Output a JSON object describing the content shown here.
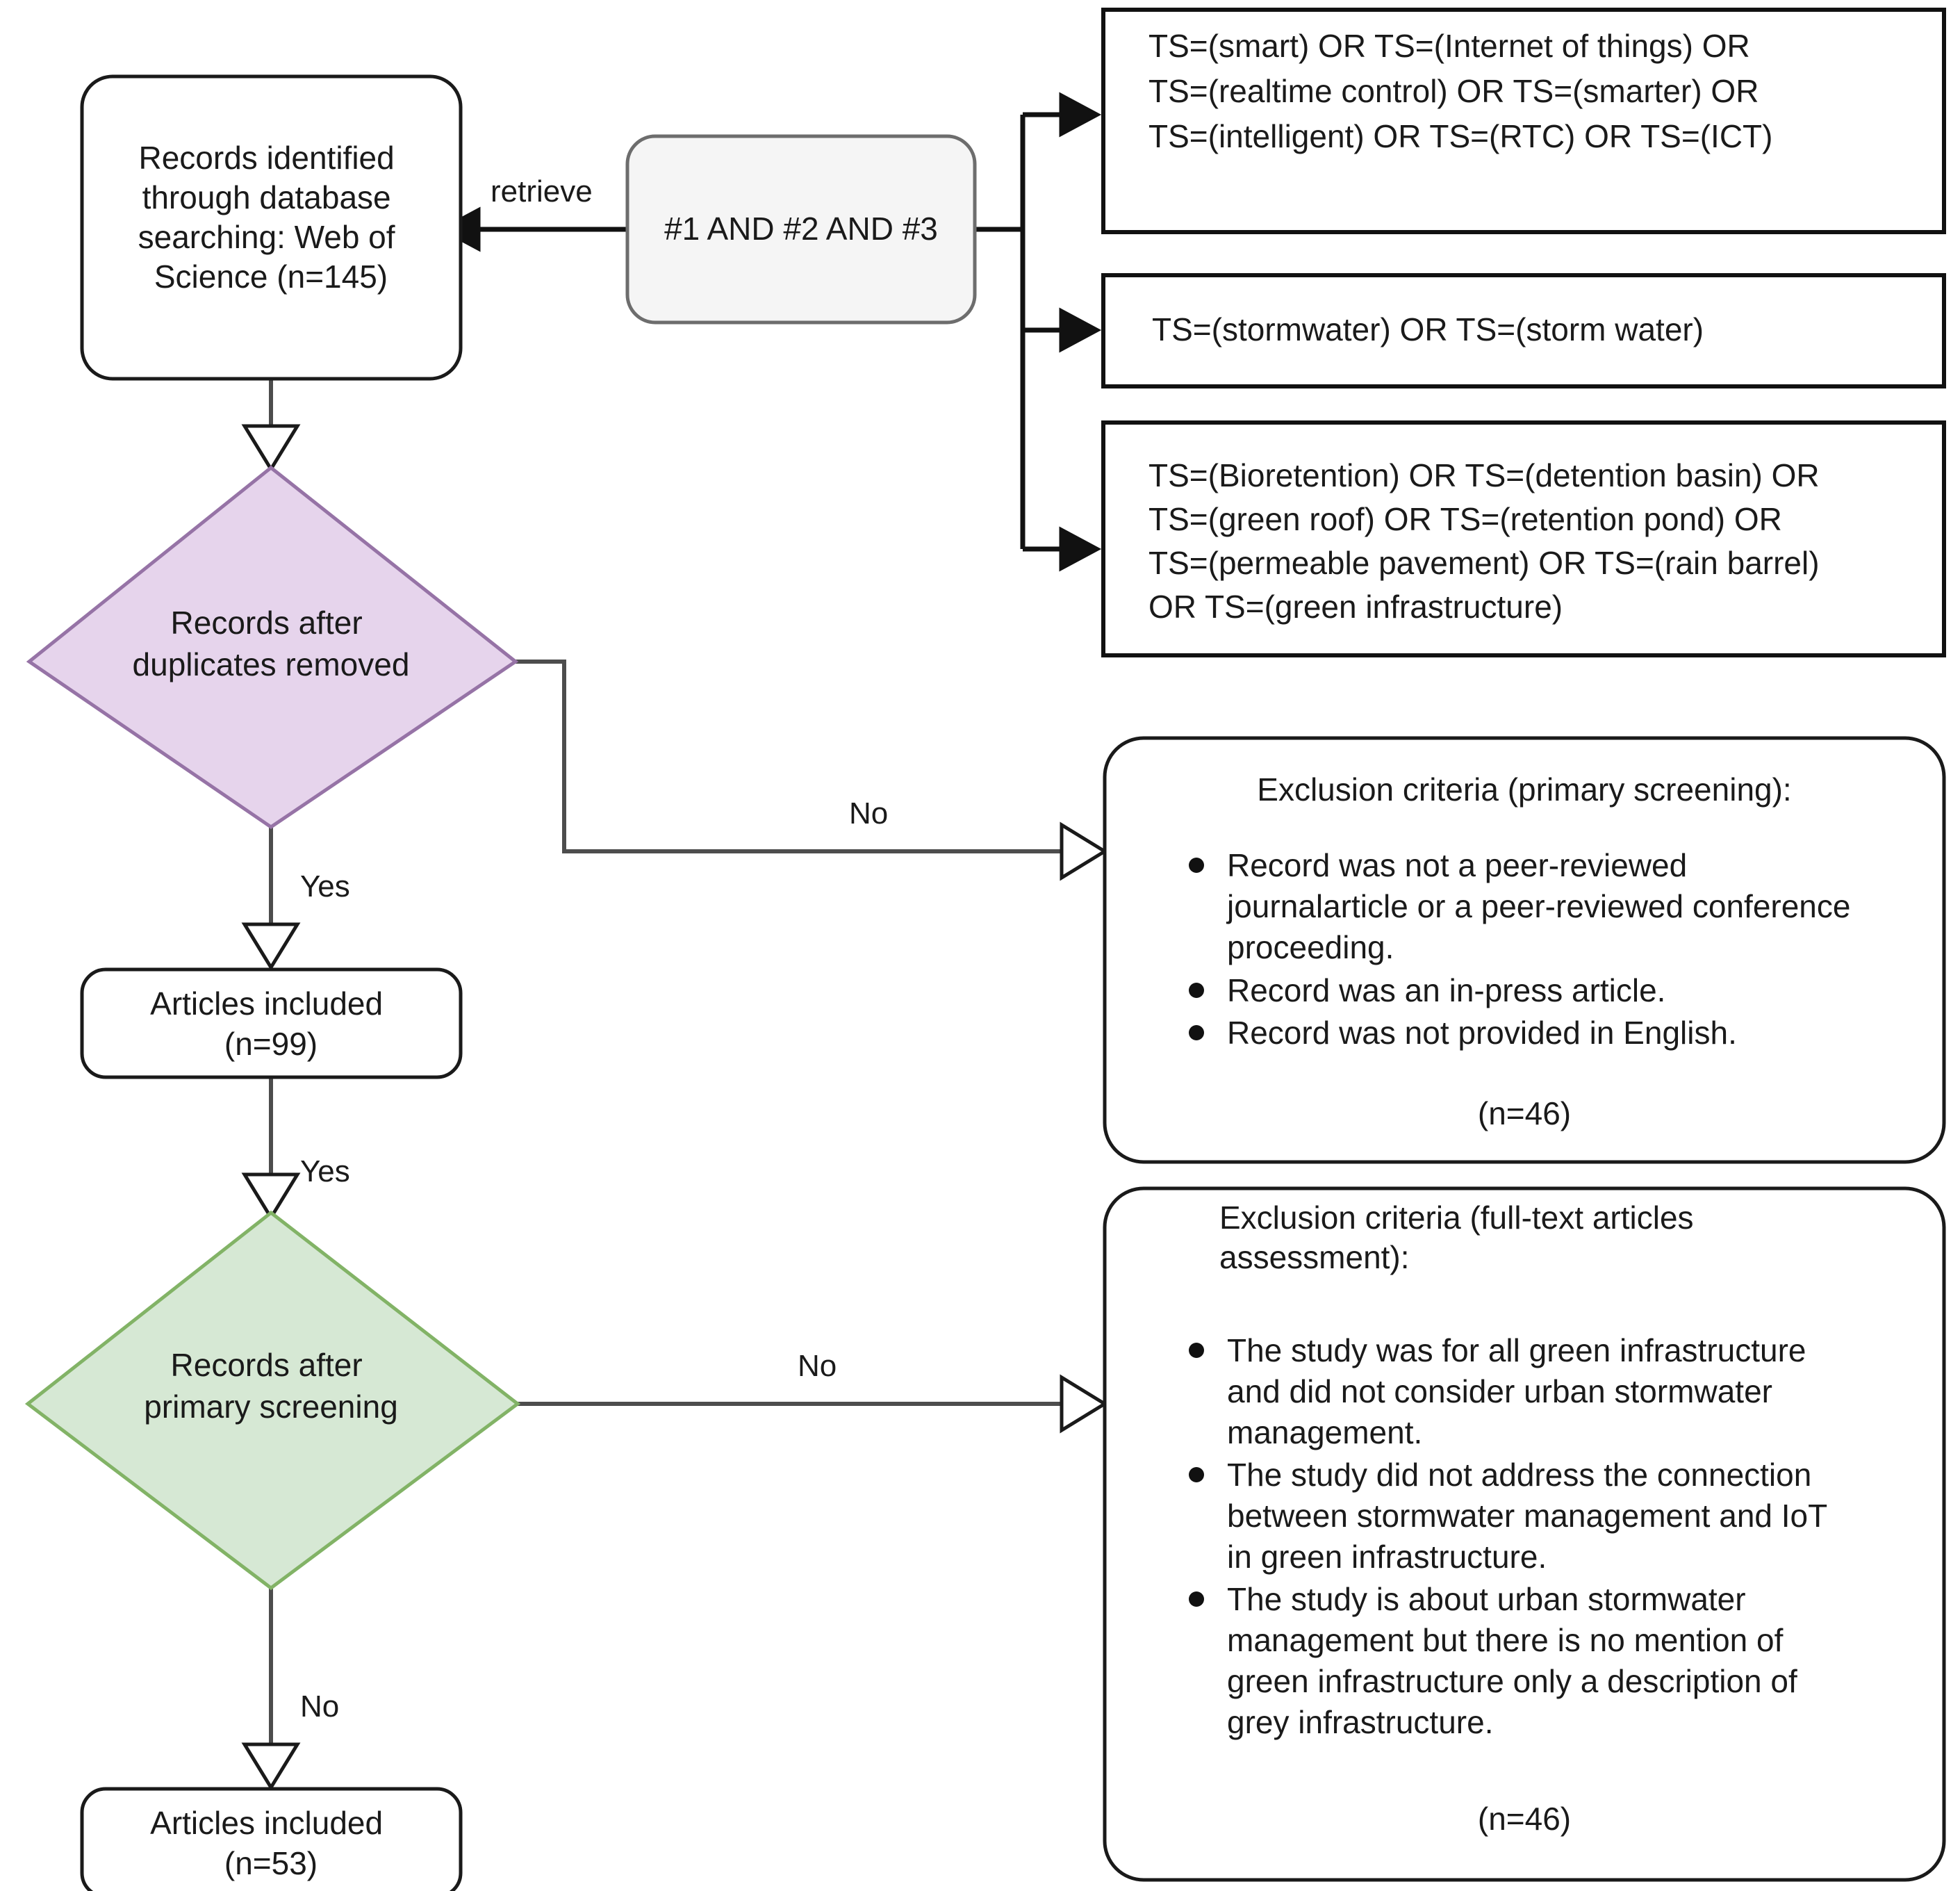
{
  "diagram": {
    "title": "PRISMA literature selection flowchart",
    "colors": {
      "purple_fill": "#e6d4ec",
      "purple_stroke": "#9673a6",
      "green_fill": "#d6e8d4",
      "green_stroke": "#82b366",
      "gray_fill": "#f5f5f5",
      "gray_stroke": "#6d6d6d",
      "box_stroke": "#1a1a1a",
      "edge_stroke": "#4d4d4d",
      "text": "#1a1a1a",
      "background": "#ffffff"
    }
  },
  "nodes": {
    "records_identified": {
      "lines": [
        "Records identified",
        "through database",
        "searching: Web of",
        "Science (n=145)"
      ]
    },
    "query_combo": {
      "label": "#1 AND #2 AND #3"
    },
    "search_term_1": {
      "lines": [
        "TS=(smart) OR TS=(Internet of things) OR",
        "TS=(realtime control) OR TS=(smarter) OR",
        "TS=(intelligent) OR TS=(RTC) OR TS=(ICT)"
      ]
    },
    "search_term_2": {
      "lines": [
        "TS=(stormwater) OR TS=(storm water)"
      ]
    },
    "search_term_3": {
      "lines": [
        "TS=(Bioretention) OR TS=(detention basin) OR",
        "TS=(green roof) OR TS=(retention pond) OR",
        "TS=(permeable pavement) OR TS=(rain barrel)",
        "OR TS=(green infrastructure)"
      ]
    },
    "duplicates_decision": {
      "lines": [
        "Records after",
        "duplicates removed"
      ]
    },
    "articles_included_99": {
      "lines": [
        "Articles included",
        "(n=99)"
      ]
    },
    "primary_screening_decision": {
      "lines": [
        "Records after",
        "primary screening"
      ]
    },
    "articles_included_53": {
      "lines": [
        "Articles included",
        "(n=53)"
      ]
    },
    "exclusion_primary": {
      "heading": "Exclusion criteria (primary screening):",
      "bullets": [
        [
          "Record was not a peer-reviewed",
          "journalarticle or a peer-reviewed conference",
          "proceeding."
        ],
        [
          "Record was an in-press article."
        ],
        [
          "Record was not provided in English."
        ]
      ],
      "count": "(n=46)"
    },
    "exclusion_fulltext": {
      "heading_lines": [
        "Exclusion criteria (full-text articles",
        "assessment):"
      ],
      "bullets": [
        [
          "The study was for all green infrastructure",
          "and did not consider urban stormwater",
          "management."
        ],
        [
          "The study did not address the connection",
          "between stormwater management and IoT",
          "in green infrastructure."
        ],
        [
          "The study is about urban stormwater",
          "management but there is no mention of",
          "green infrastructure only a description of",
          "grey infrastructure."
        ]
      ],
      "count": "(n=46)"
    }
  },
  "edges": {
    "retrieve": "retrieve",
    "dup_yes": "Yes",
    "dup_no": "No",
    "screen_yes": "Yes",
    "screen_no": "No",
    "final_no": "No"
  }
}
